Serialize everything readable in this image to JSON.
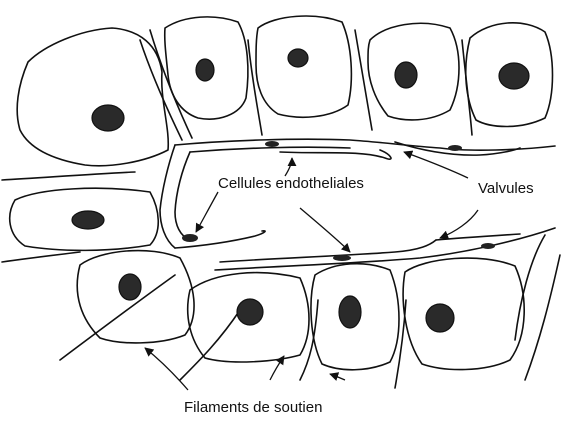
{
  "labels": {
    "endothelial": "Cellules endotheliales",
    "valves": "Valvules",
    "filaments": "Filaments de soutien"
  },
  "colors": {
    "ink": "#111111",
    "paper": "#ffffff"
  }
}
